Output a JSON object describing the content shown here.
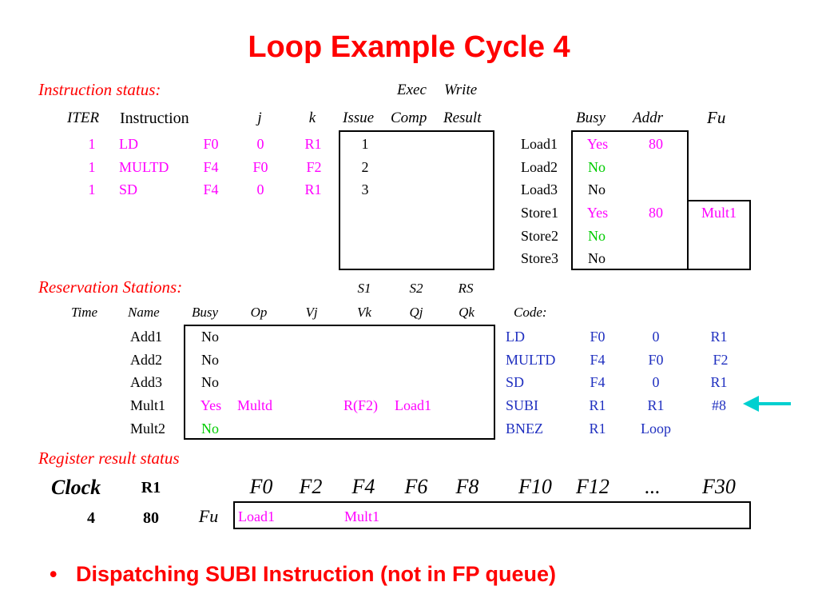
{
  "title": "Loop Example Cycle 4",
  "instruction_status": {
    "section_label": "Instruction status:",
    "header_top": [
      "Exec",
      "Write"
    ],
    "headers": [
      "ITER",
      "Instruction",
      "j",
      "k",
      "Issue",
      "Comp",
      "Result"
    ],
    "rows": [
      {
        "iter": "1",
        "op": "LD",
        "reg": "F0",
        "j": "0",
        "k": "R1",
        "issue": "1"
      },
      {
        "iter": "1",
        "op": "MULTD",
        "reg": "F4",
        "j": "F0",
        "k": "F2",
        "issue": "2"
      },
      {
        "iter": "1",
        "op": "SD",
        "reg": "F4",
        "j": "0",
        "k": "R1",
        "issue": "3"
      }
    ]
  },
  "load_store": {
    "headers": [
      "Busy",
      "Addr",
      "Fu"
    ],
    "rows": [
      {
        "name": "Load1",
        "busy": "Yes",
        "addr": "80",
        "fu": ""
      },
      {
        "name": "Load2",
        "busy": "No",
        "addr": "",
        "fu": ""
      },
      {
        "name": "Load3",
        "busy": "No",
        "addr": "",
        "fu": ""
      },
      {
        "name": "Store1",
        "busy": "Yes",
        "addr": "80",
        "fu": "Mult1"
      },
      {
        "name": "Store2",
        "busy": "No",
        "addr": "",
        "fu": ""
      },
      {
        "name": "Store3",
        "busy": "No",
        "addr": "",
        "fu": ""
      }
    ]
  },
  "reservation_stations": {
    "section_label": "Reservation Stations:",
    "header_top": [
      "S1",
      "S2",
      "RS"
    ],
    "headers": [
      "Time",
      "Name",
      "Busy",
      "Op",
      "Vj",
      "Vk",
      "Qj",
      "Qk",
      "Code:"
    ],
    "rows": [
      {
        "name": "Add1",
        "busy": "No",
        "op": "",
        "vk": "",
        "qj": ""
      },
      {
        "name": "Add2",
        "busy": "No",
        "op": "",
        "vk": "",
        "qj": ""
      },
      {
        "name": "Add3",
        "busy": "No",
        "op": "",
        "vk": "",
        "qj": ""
      },
      {
        "name": "Mult1",
        "busy": "Yes",
        "op": "Multd",
        "vk": "R(F2)",
        "qj": "Load1"
      },
      {
        "name": "Mult2",
        "busy": "No",
        "op": "",
        "vk": "",
        "qj": ""
      }
    ]
  },
  "code": [
    {
      "op": "LD",
      "a": "F0",
      "b": "0",
      "c": "R1"
    },
    {
      "op": "MULTD",
      "a": "F4",
      "b": "F0",
      "c": "F2"
    },
    {
      "op": "SD",
      "a": "F4",
      "b": "0",
      "c": "R1"
    },
    {
      "op": "SUBI",
      "a": "R1",
      "b": "R1",
      "c": "#8"
    },
    {
      "op": "BNEZ",
      "a": "R1",
      "b": "Loop",
      "c": ""
    }
  ],
  "register_result": {
    "section_label": "Register result status",
    "clock_label": "Clock",
    "r1_label": "R1",
    "fu_label": "Fu",
    "registers": [
      "F0",
      "F2",
      "F4",
      "F6",
      "F8",
      "F10",
      "F12",
      "...",
      "F30"
    ],
    "clock_value": "4",
    "r1_value": "80",
    "fu_values": [
      "Load1",
      "",
      "Mult1",
      "",
      "",
      "",
      "",
      "",
      ""
    ]
  },
  "bullet": {
    "symbol": "•",
    "text": "Dispatching SUBI Instruction (not in FP queue)"
  },
  "colors": {
    "title": "#ff0000",
    "busy_yes": "#ff00ff",
    "busy_no_green": "#00cc00",
    "code": "#2030c0",
    "arrow": "#00d0d0"
  }
}
